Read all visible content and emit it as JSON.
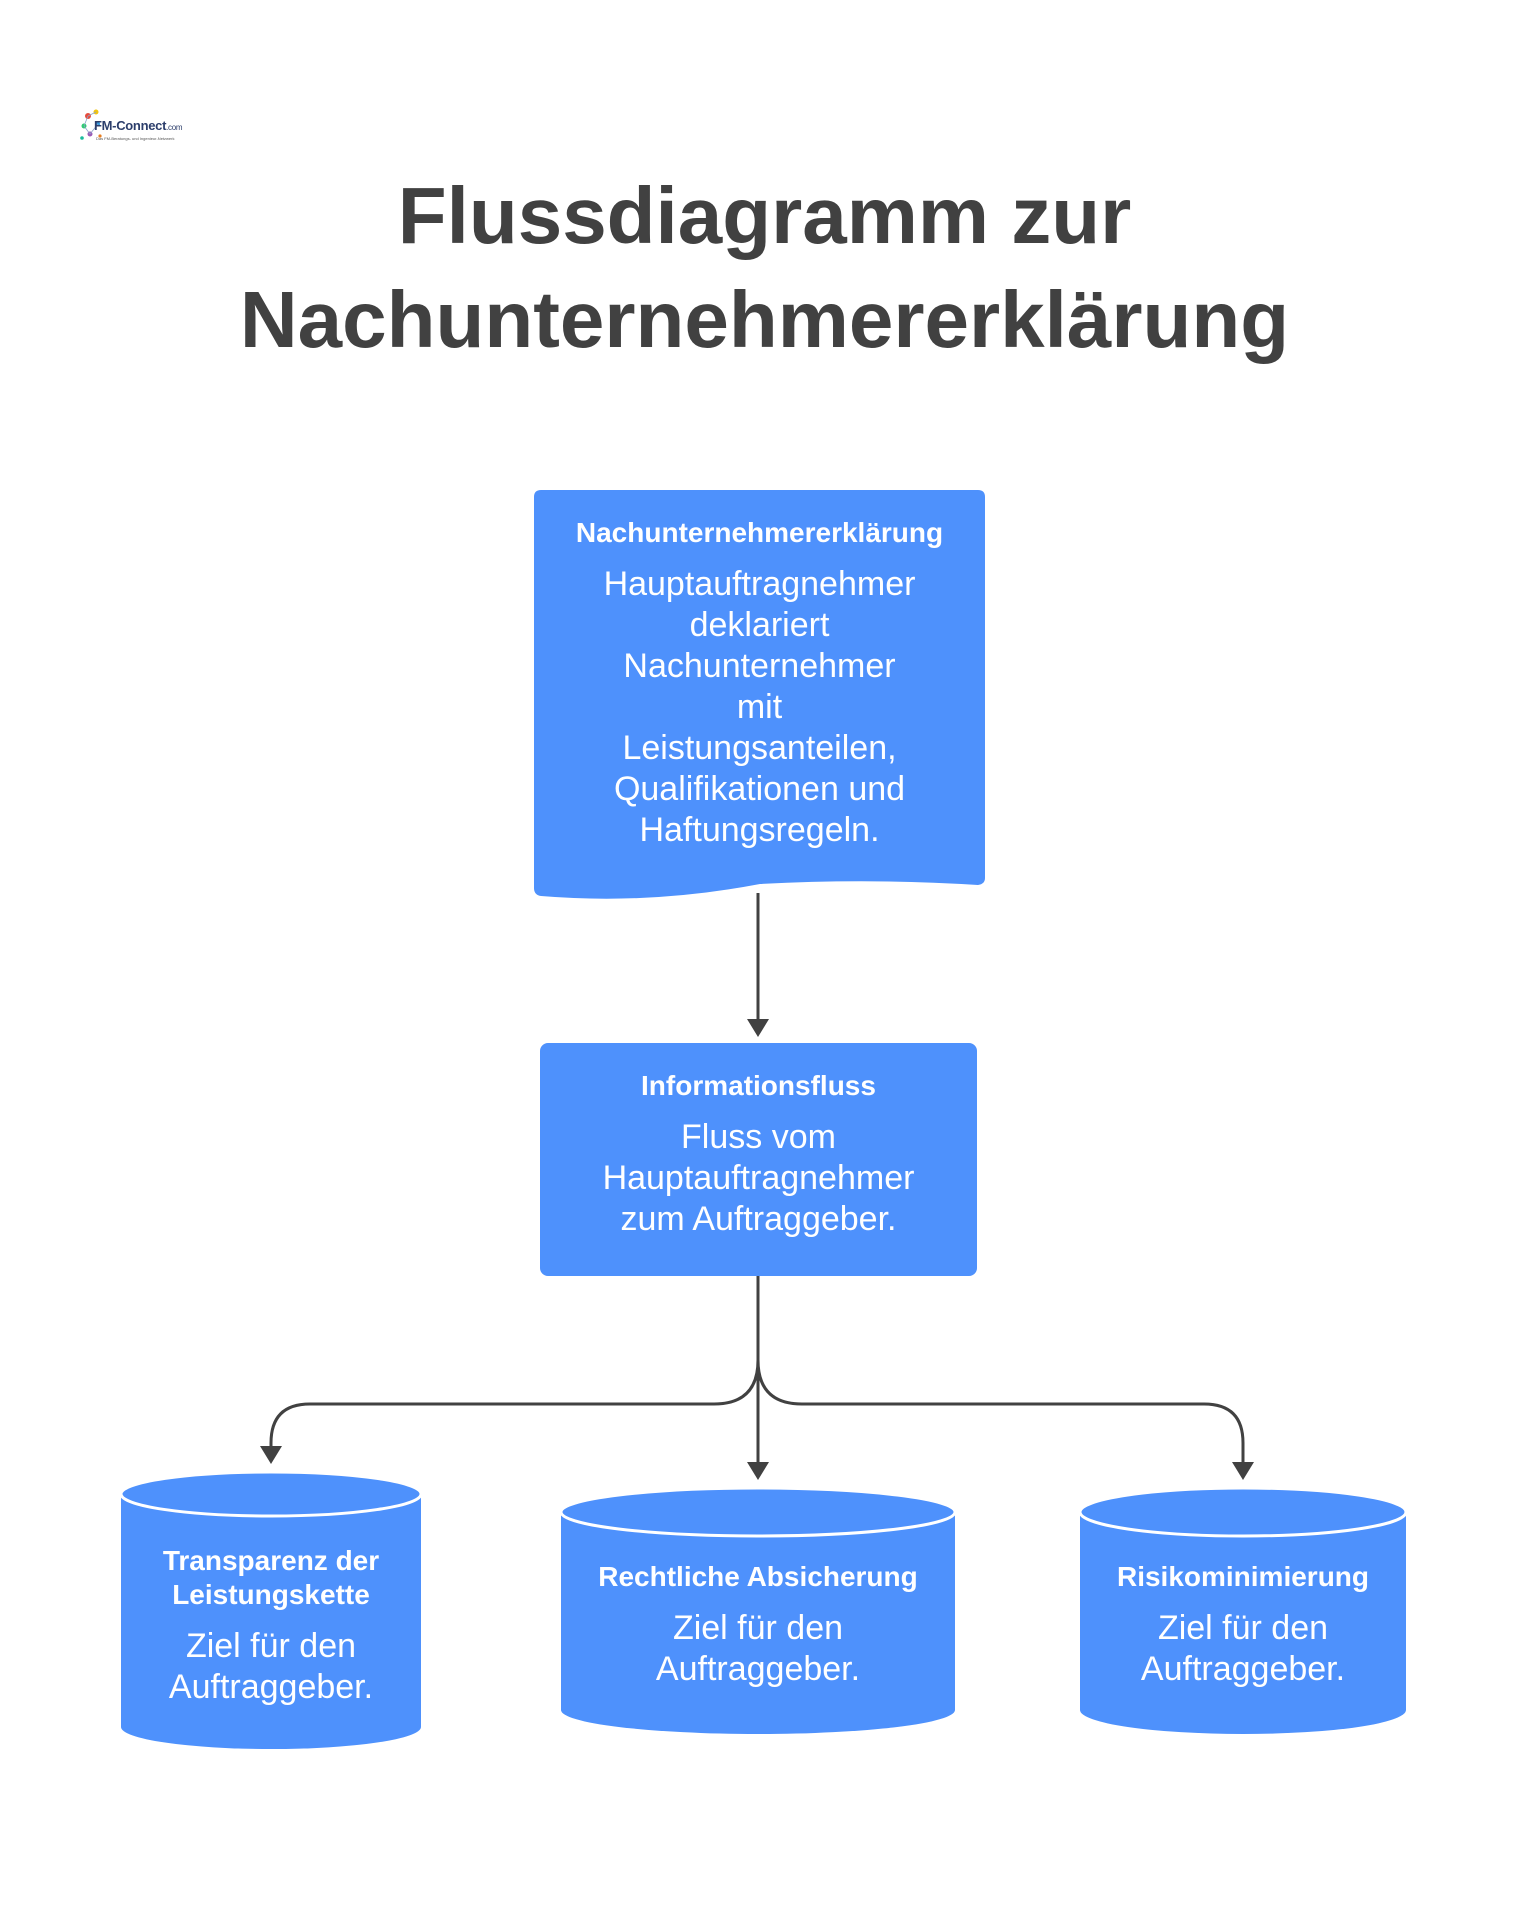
{
  "logo": {
    "name": "FM-Connect",
    "domain_suffix": ".com",
    "tagline": "Das FM-Beratungs- und Ingenieur-Netzwerk"
  },
  "title": {
    "line1": "Flussdiagramm zur",
    "line2": "Nachunternehmererklärung"
  },
  "colors": {
    "node_fill": "#4e91fc",
    "connector": "#414141",
    "title_text": "#414141",
    "node_text": "#ffffff"
  },
  "nodes": {
    "declaration": {
      "shape": "document",
      "title": "Nachunternehmererklärung",
      "lines": [
        "Hauptauftragnehmer",
        "deklariert",
        "Nachunternehmer",
        "mit",
        "Leistungsanteilen,",
        "Qualifikationen und",
        "Haftungsregeln."
      ]
    },
    "information_flow": {
      "shape": "rectangle",
      "title": "Informationsfluss",
      "lines": [
        "Fluss vom",
        "Hauptauftragnehmer",
        "zum Auftraggeber."
      ]
    },
    "transparency": {
      "shape": "cylinder",
      "title_lines": [
        "Transparenz der",
        "Leistungskette"
      ],
      "lines": [
        "Ziel für den",
        "Auftraggeber."
      ]
    },
    "legal": {
      "shape": "cylinder",
      "title_lines": [
        "Rechtliche Absicherung"
      ],
      "lines": [
        "Ziel für den",
        "Auftraggeber."
      ]
    },
    "risk": {
      "shape": "cylinder",
      "title_lines": [
        "Risikominimierung"
      ],
      "lines": [
        "Ziel für den",
        "Auftraggeber."
      ]
    }
  },
  "edges": [
    {
      "from": "declaration",
      "to": "information_flow"
    },
    {
      "from": "information_flow",
      "to": "transparency"
    },
    {
      "from": "information_flow",
      "to": "legal"
    },
    {
      "from": "information_flow",
      "to": "risk"
    }
  ]
}
